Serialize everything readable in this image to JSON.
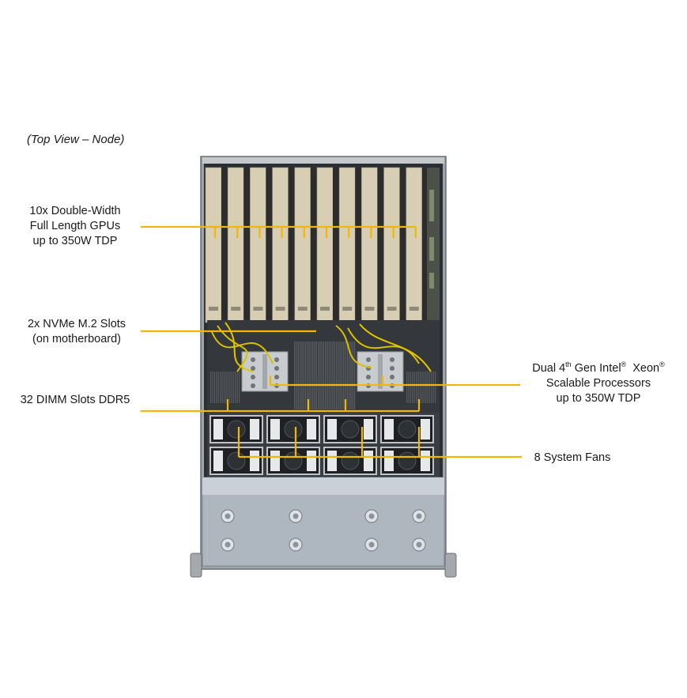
{
  "caption": "(Top View – Node)",
  "labels": {
    "gpus": [
      "10x Double-Width",
      "Full Length GPUs",
      "up to 350W TDP"
    ],
    "nvme": [
      "2x NVMe M.2 Slots",
      "(on motherboard)"
    ],
    "dimm": "32 DIMM Slots DDR5",
    "cpu": {
      "line1_a": "Dual 4",
      "line1_sup1": "th",
      "line1_b": " Gen Intel",
      "line1_sup2": "®",
      "line1_c": "  Xeon",
      "line1_sup3": "®",
      "line2": "Scalable Processors",
      "line3": "up to 350W TDP"
    },
    "fans": "8 System Fans"
  },
  "colors": {
    "callout": "#f2b705",
    "gpu_card": "#d7ceb4",
    "gpu_bracket": "#2c2c2c",
    "chassis_frame": "#8a8e93",
    "board": "#2a2d31",
    "fan_frame": "#bfc3c7",
    "front_panel": "#a9b2bc",
    "cable": "#e0c000"
  }
}
